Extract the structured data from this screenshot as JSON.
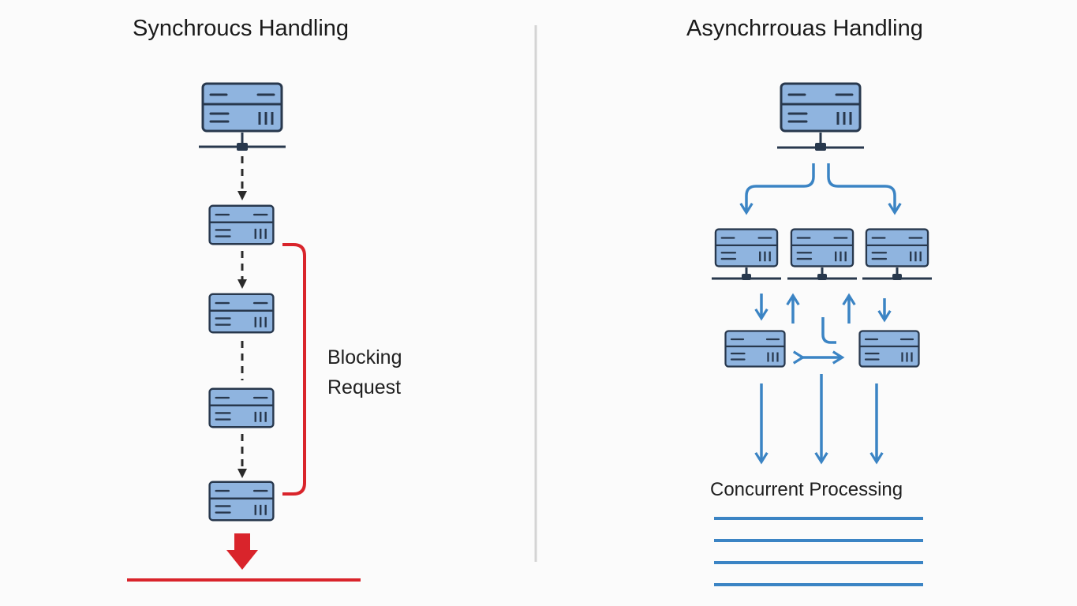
{
  "sync": {
    "title": "Synchroucs Handling",
    "annotation_line1": "Blocking",
    "annotation_line2": "Request"
  },
  "async": {
    "title": "Asynchrrouas Handling",
    "annotation": "Concurrent Processing"
  },
  "colors": {
    "server_fill": "#8fb4df",
    "server_stroke": "#28384d",
    "sync_arrow": "#2a2a2a",
    "blocking": "#d9242b",
    "async_arrow": "#3b84c4",
    "divider": "#d4d4d4"
  },
  "icons": [
    "server-icon",
    "network-server-icon"
  ]
}
